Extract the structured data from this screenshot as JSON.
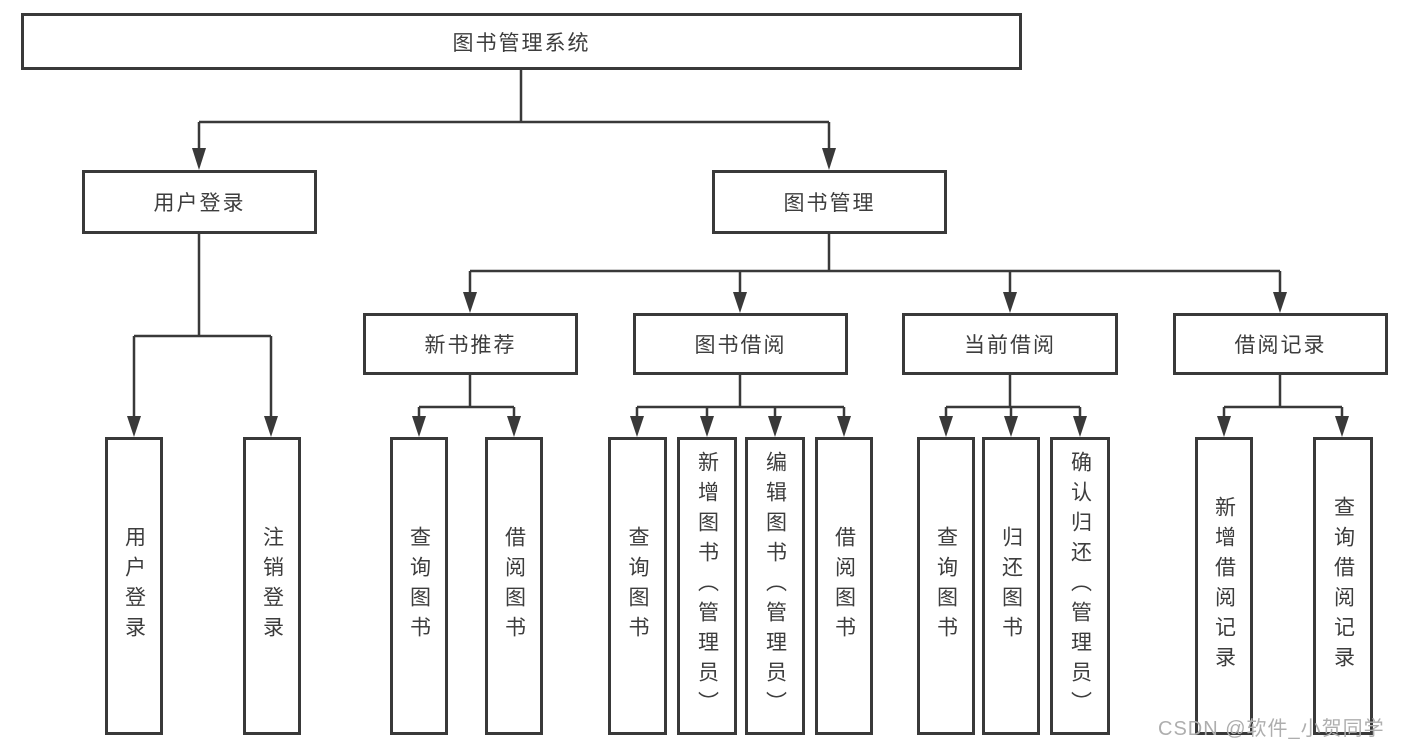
{
  "diagram": {
    "root": {
      "label": "图书管理系统"
    },
    "level2": [
      {
        "label": "用户登录"
      },
      {
        "label": "图书管理"
      }
    ],
    "level3": [
      {
        "label": "新书推荐"
      },
      {
        "label": "图书借阅"
      },
      {
        "label": "当前借阅"
      },
      {
        "label": "借阅记录"
      }
    ],
    "leaves": [
      {
        "label": "用户登录"
      },
      {
        "label": "注销登录"
      },
      {
        "label": "查询图书"
      },
      {
        "label": "借阅图书"
      },
      {
        "label": "查询图书"
      },
      {
        "label": "新增图书（管理员）"
      },
      {
        "label": "编辑图书（管理员）"
      },
      {
        "label": "借阅图书"
      },
      {
        "label": "查询图书"
      },
      {
        "label": "归还图书"
      },
      {
        "label": "确认归还（管理员）"
      },
      {
        "label": "新增借阅记录"
      },
      {
        "label": "查询借阅记录"
      }
    ]
  },
  "watermark": {
    "text": "CSDN @软件_小贺同学"
  },
  "colors": {
    "line": "#393939",
    "text": "#3d3d3d",
    "box_fill": "#ffffff",
    "watermark": "#aeaeae",
    "background": "#ffffff"
  }
}
